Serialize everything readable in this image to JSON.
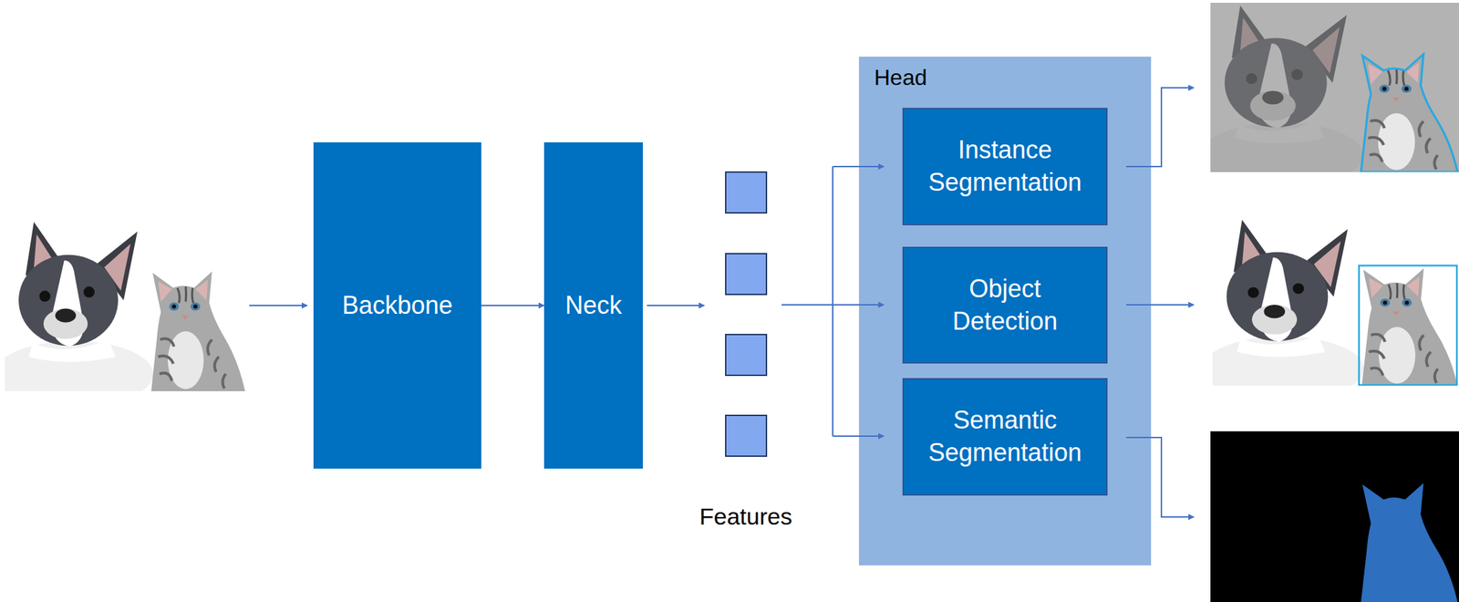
{
  "diagram": {
    "nodes": [
      {
        "text": [
          "Backbone"
        ]
      },
      {
        "text": [
          "Neck"
        ]
      },
      {
        "text": [
          "Head"
        ]
      },
      {
        "text": [
          "Instance Segmentation"
        ],
        "in": 2
      },
      {
        "text": [
          "Object Detection"
        ],
        "in": 2
      },
      {
        "text": [
          "Semantic Segmentation"
        ],
        "in": 2
      }
    ],
    "edges": [
      {
        "from": 0,
        "to": 1,
        "arrow": "to"
      }
    ],
    "labels": [
      "Features"
    ]
  }
}
